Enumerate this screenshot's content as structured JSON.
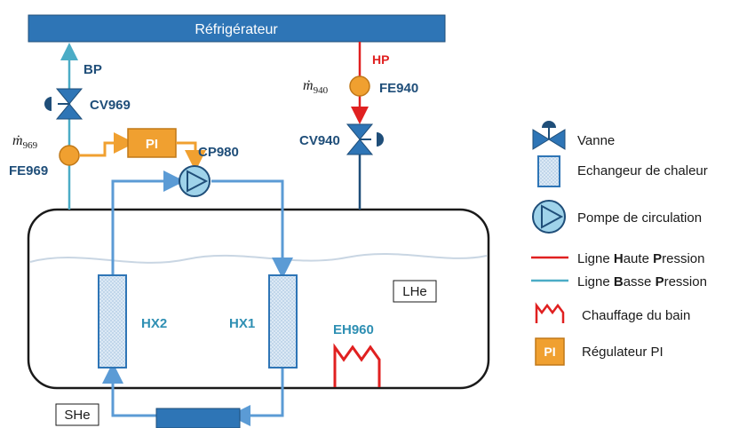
{
  "header": {
    "title": "Réfrigérateur"
  },
  "labels": {
    "bp": "BP",
    "hp": "HP",
    "cv969": "CV969",
    "cv940": "CV940",
    "fe969": "FE969",
    "fe940": "FE940",
    "m969": "ṁ",
    "m969_sub": "969",
    "m940": "ṁ",
    "m940_sub": "940",
    "pi": "PI",
    "cp980": "CP980",
    "hx1": "HX1",
    "hx2": "HX2",
    "eh960": "EH960",
    "lhe": "LHe",
    "she": "SHe"
  },
  "legend": {
    "vanne": "Vanne",
    "echangeur": "Echangeur de chaleur",
    "pompe": "Pompe de circulation",
    "hp_prefix": "Ligne ",
    "hp_bold1": "H",
    "hp_mid": "aute ",
    "hp_bold2": "P",
    "hp_end": "ression",
    "bp_prefix": "Ligne ",
    "bp_bold1": "B",
    "bp_mid": "asse ",
    "bp_bold2": "P",
    "bp_end": "ression",
    "chauffage": "Chauffage du bain",
    "pi_badge": "PI",
    "regulateur": "Régulateur PI"
  },
  "colors": {
    "dark_blue": "#1f4e79",
    "med_blue": "#2e75b6",
    "light_blue": "#5b9bd5",
    "teal": "#4bacc6",
    "red": "#e02020",
    "orange": "#f0a030",
    "header_fill": "#2e75b6"
  }
}
